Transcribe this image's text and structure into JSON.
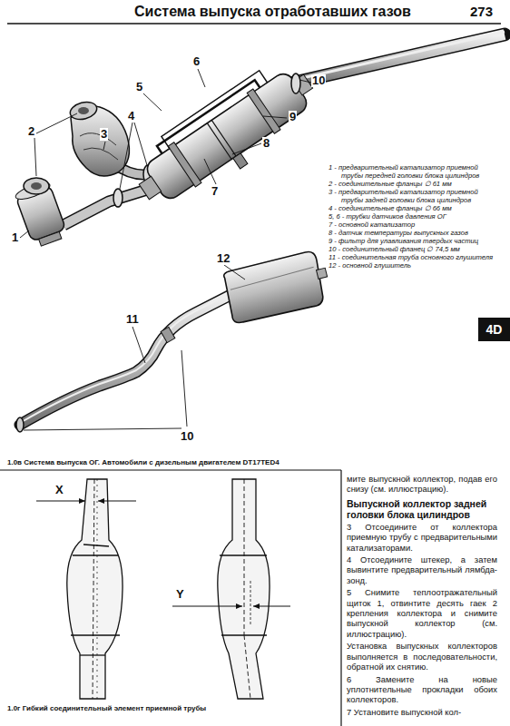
{
  "diagram": {
    "title": "Система выпуска отработавших газов",
    "caption": "1.0в Система выпуска ОГ. Автомобили с дизельным двигателем DT17TED4",
    "nodes": [
      {
        "text": [
          "4D"
        ]
      }
    ],
    "labels": [
      "273",
      "1",
      "2",
      "3",
      "4",
      "5",
      "6",
      "7",
      "8",
      "9",
      "10",
      "12",
      "11",
      "10",
      "1 - предварительный катализатор приемной трубы передней головки блока цилиндров",
      "2 - соединительные фланцы ∅ 61 мм",
      "3 - предварительный катализатор приемной трубы задней головки блока цилиндров",
      "4 - соединительные фланцы ∅ 66 мм",
      "5, 6 - трубки датчиков давления ОГ",
      "7 - основной катализатор",
      "8 - датчик температуры выпускных газов",
      "9 - фильтр для улавливания твердых частиц",
      "10 - соединительный фланец ∅ 74,5 мм",
      "11 - соединительная труба основного глушителя",
      "12 - основной глушитель",
      "1.0г Гибкий соединительный элемент приемной трубы",
      "X",
      "Y",
      "мите выпускной коллектор, подав его снизу (см. иллюстрацию).",
      "Выпускной коллектор задней головки блока цилиндров",
      "3 Отсоедините от коллектора приемную трубу с предварительными катализаторами.",
      "4 Отсоедините штекер, а затем вывинтите предварительный лямбда-зонд.",
      "5 Снимите теплоотражательный щиток 1, отвинтите десять гаек 2 крепления коллектора и снимите выпускной коллектор (см. иллюстрацию).",
      "Установка выпускных коллекторов выполняется в последовательности, обратной их снятию.",
      "6 Замените на новые уплотнительные прокладки обоих коллекторов.",
      "7 Установите выпускной кол-"
    ]
  }
}
